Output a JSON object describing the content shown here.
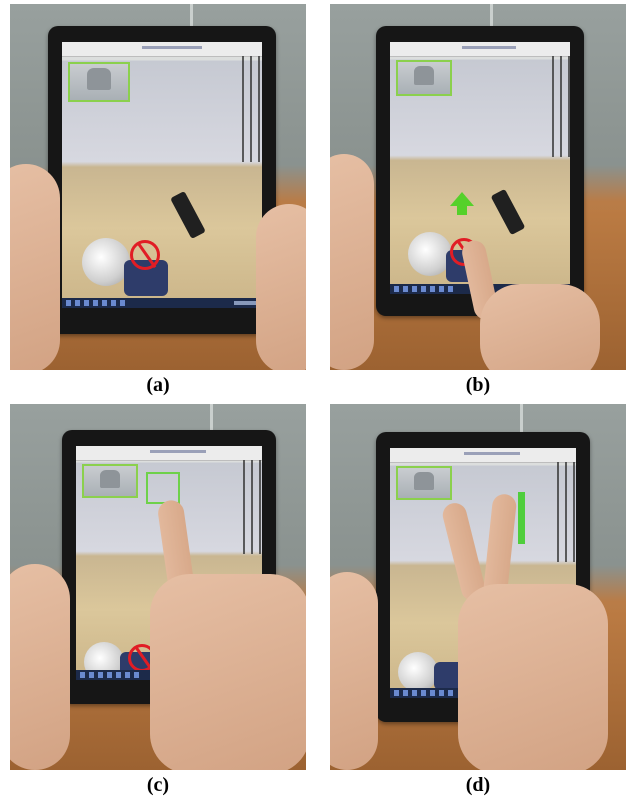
{
  "panels": [
    {
      "id": "a",
      "label": "(a)",
      "overlay": "red-target-circle"
    },
    {
      "id": "b",
      "label": "(b)",
      "overlay": "green-forward-arrow"
    },
    {
      "id": "c",
      "label": "(c)",
      "overlay": "green-selection-box"
    },
    {
      "id": "d",
      "label": "(d)",
      "overlay": "green-vertical-bar"
    }
  ],
  "colors": {
    "target": "#e11d25",
    "overlay_green": "#55d12a",
    "pip_border": "#8bd04d",
    "tablet_bezel": "#161616",
    "desk": "#b27340",
    "wall": "#939b98"
  }
}
